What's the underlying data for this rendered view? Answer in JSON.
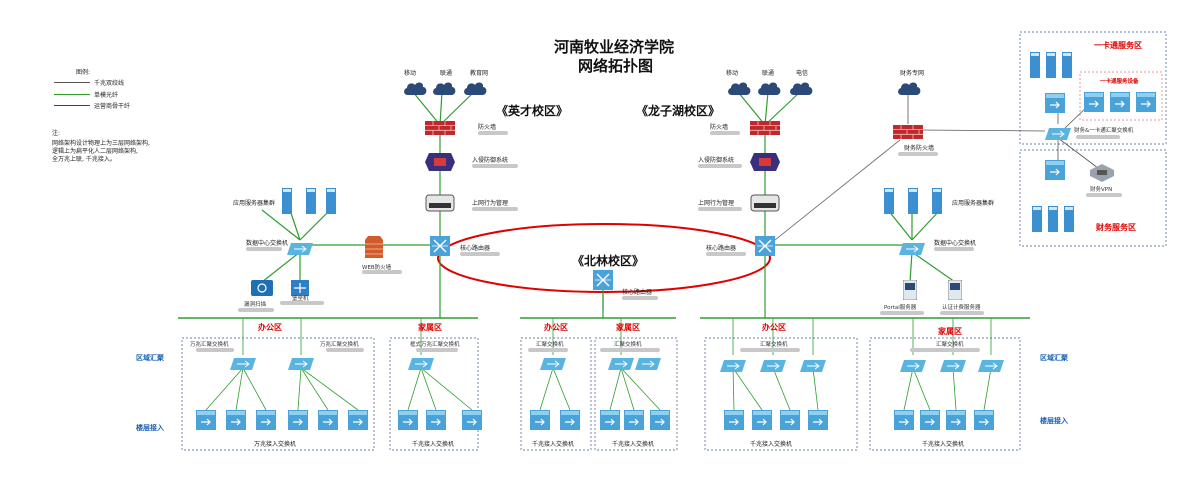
{
  "title": {
    "line1": "河南牧业经济学院",
    "line2": "网络拓扑图"
  },
  "legend": {
    "heading": "图例:",
    "items": [
      {
        "label": "千兆双绞线",
        "color": "#555555"
      },
      {
        "label": "单模光纤",
        "color": "#2e9e2e"
      },
      {
        "label": "运营商骨干纤",
        "color": "#e00000"
      }
    ]
  },
  "note": {
    "heading": "注:",
    "lines": [
      "网络架构设计物理上为三层网络架构,",
      "逻辑上为扁平化人二层网络架构,",
      "全万兆上联, 千兆接入。"
    ]
  },
  "campuses": {
    "yingcai": "《英才校区》",
    "longzihu": "《龙子湖校区》",
    "beilin": "《北林校区》"
  },
  "yingcai": {
    "isp": [
      "移动",
      "联通",
      "教育网"
    ],
    "firewall": "防火墙",
    "ips": "入侵防御系统",
    "behavior": "上网行为管理",
    "core": "核心路由器",
    "app_cluster": "应用服务器集群",
    "dc_switch": "数据中心交换机",
    "web_fw": "WEB防火墙",
    "vuln_scan": "漏洞扫描",
    "bastion": "堡垒机"
  },
  "longzihu": {
    "isp": [
      "移动",
      "联通",
      "电信"
    ],
    "firewall": "防火墙",
    "ips": "入侵防御系统",
    "behavior": "上网行为管理",
    "core": "核心路由器",
    "app_cluster": "应用服务器集群",
    "dc_switch": "数据中心交换机",
    "portal": "Portal服务器",
    "auth": "认证计费服务器"
  },
  "finance": {
    "private_net": "财务专网",
    "firewall": "财务防火墙",
    "agg_switch": "财务&一卡通汇聚交换机",
    "vpn": "财务VPN",
    "zone": "财务服务区"
  },
  "card": {
    "zone": "一卡通服务区",
    "devices": "一卡通服务设备"
  },
  "beilin": {
    "core": "核心路由器"
  },
  "zones": {
    "office": "办公区",
    "family": "家属区",
    "region_agg": "区域汇聚",
    "floor_access": "楼层接入"
  },
  "switches": {
    "wan_agg": "万兆汇聚交换机",
    "box_agg": "框式万兆汇聚交换机",
    "agg": "汇聚交换机",
    "wan_access": "万兆接入交换机",
    "gig_access": "千兆接入交换机"
  },
  "colors": {
    "fiber": "#2e9e2e",
    "copper": "#555555",
    "backbone": "#e00000",
    "accent": "#1a5fb4"
  }
}
